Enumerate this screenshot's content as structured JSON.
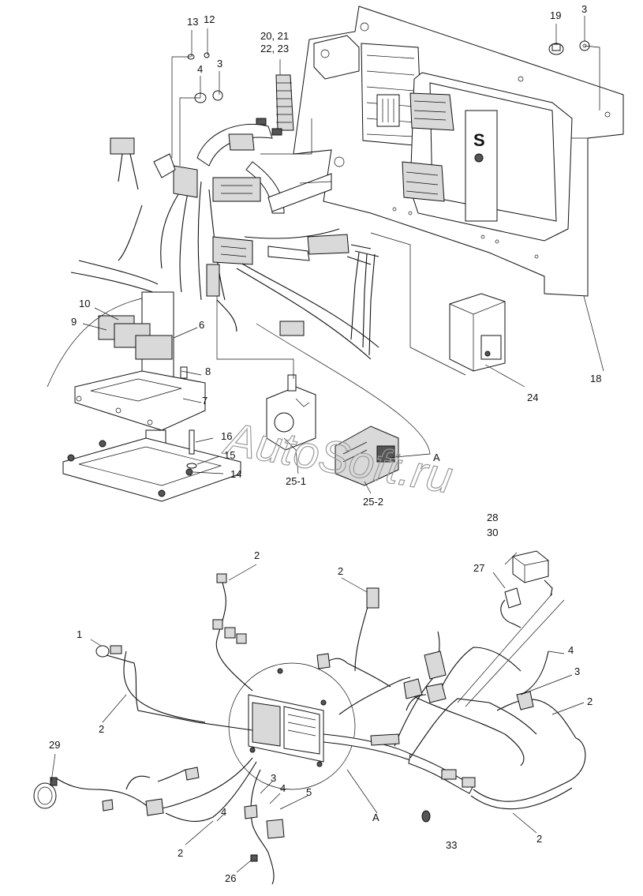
{
  "watermark": "AutoSoft.ru",
  "labels_upper": {
    "p13": "13",
    "p12": "12",
    "p20_21": "20, 21",
    "p22_23": "22, 23",
    "p19": "19",
    "p3_top": "3",
    "p4_top": "4",
    "p3_mid": "3",
    "p10": "10",
    "p9": "9",
    "p6": "6",
    "p8": "8",
    "p7": "7",
    "p16": "16",
    "p15": "15",
    "p14": "14",
    "p25_1": "25-1",
    "p25_2": "25-2",
    "pA_upper": "A",
    "p24": "24",
    "p18": "18"
  },
  "labels_lower": {
    "p28": "28",
    "p30": "30",
    "p27": "27",
    "p2_a": "2",
    "p2_b": "2",
    "p1": "1",
    "p2_c": "2",
    "p4_r": "4",
    "p3_r": "3",
    "p2_r": "2",
    "p29": "29",
    "p3_l": "3",
    "p4_l": "4",
    "p5": "5",
    "p4_ll": "4",
    "pA_lower": "A",
    "p2_d": "2",
    "p33": "33",
    "p2_e": "2",
    "p26": "26"
  }
}
